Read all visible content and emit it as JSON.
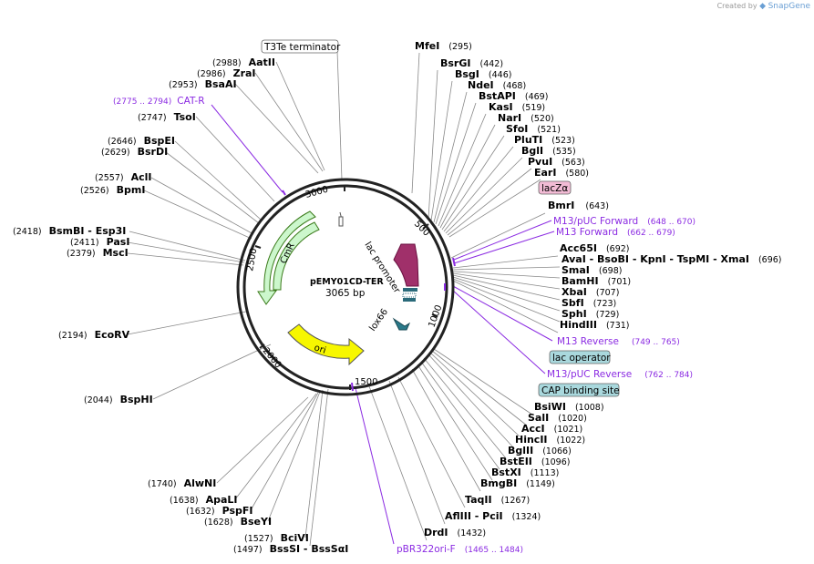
{
  "credit": {
    "prefix": "Created by",
    "brand": "SnapGene"
  },
  "plasmid": {
    "name": "pEMY01CD-TER",
    "length_label": "3065 bp",
    "length": 3065
  },
  "ticks": [
    "500",
    "1000",
    "1500",
    "2000",
    "2500",
    "3000"
  ],
  "features": {
    "cmr": "CmR",
    "ori": "ori",
    "lac_promoter": "lac promoter",
    "lox66": "lox66"
  },
  "boxed_features": {
    "t3te": "T3Te terminator",
    "lacz": "lacZα",
    "lac_operator": "lac operator",
    "cap": "CAP binding site"
  },
  "sites": [
    {
      "name": "MfeI",
      "pos": "(295)"
    },
    {
      "name": "BsrGI",
      "pos": "(442)"
    },
    {
      "name": "BsgI",
      "pos": "(446)"
    },
    {
      "name": "NdeI",
      "pos": "(468)"
    },
    {
      "name": "BstAPI",
      "pos": "(469)"
    },
    {
      "name": "KasI",
      "pos": "(519)"
    },
    {
      "name": "NarI",
      "pos": "(520)"
    },
    {
      "name": "SfoI",
      "pos": "(521)"
    },
    {
      "name": "PluTI",
      "pos": "(523)"
    },
    {
      "name": "BglI",
      "pos": "(535)"
    },
    {
      "name": "PvuI",
      "pos": "(563)"
    },
    {
      "name": "EarI",
      "pos": "(580)"
    },
    {
      "name": "BmrI",
      "pos": "(643)"
    },
    {
      "name": "Acc65I",
      "pos": "(692)"
    },
    {
      "name": "AvaI - BsoBI - KpnI - TspMI - XmaI",
      "pos": "(696)"
    },
    {
      "name": "SmaI",
      "pos": "(698)"
    },
    {
      "name": "BamHI",
      "pos": "(701)"
    },
    {
      "name": "XbaI",
      "pos": "(707)"
    },
    {
      "name": "SbfI",
      "pos": "(723)"
    },
    {
      "name": "SphI",
      "pos": "(729)"
    },
    {
      "name": "HindIII",
      "pos": "(731)"
    },
    {
      "name": "BsiWI",
      "pos": "(1008)"
    },
    {
      "name": "SalI",
      "pos": "(1020)"
    },
    {
      "name": "AccI",
      "pos": "(1021)"
    },
    {
      "name": "HincII",
      "pos": "(1022)"
    },
    {
      "name": "BglII",
      "pos": "(1066)"
    },
    {
      "name": "BstEII",
      "pos": "(1096)"
    },
    {
      "name": "BstXI",
      "pos": "(1113)"
    },
    {
      "name": "BmgBI",
      "pos": "(1149)"
    },
    {
      "name": "TaqII",
      "pos": "(1267)"
    },
    {
      "name": "AflIII - PciI",
      "pos": "(1324)"
    },
    {
      "name": "DrdI",
      "pos": "(1432)"
    },
    {
      "name": "BciVI",
      "pos": "(1527)"
    },
    {
      "name": "BssSI - BssSαI",
      "pos": "(1497)"
    },
    {
      "name": "BseYI",
      "pos": "(1628)"
    },
    {
      "name": "PspFI",
      "pos": "(1632)"
    },
    {
      "name": "ApaLI",
      "pos": "(1638)"
    },
    {
      "name": "AlwNI",
      "pos": "(1740)"
    },
    {
      "name": "BspHI",
      "pos": "(2044)"
    },
    {
      "name": "EcoRV",
      "pos": "(2194)"
    },
    {
      "name": "MscI",
      "pos": "(2379)"
    },
    {
      "name": "PasI",
      "pos": "(2411)"
    },
    {
      "name": "BsmBI - Esp3I",
      "pos": "(2418)"
    },
    {
      "name": "BpmI",
      "pos": "(2526)"
    },
    {
      "name": "AclI",
      "pos": "(2557)"
    },
    {
      "name": "BsrDI",
      "pos": "(2629)"
    },
    {
      "name": "BspEI",
      "pos": "(2646)"
    },
    {
      "name": "TsoI",
      "pos": "(2747)"
    },
    {
      "name": "BsaAI",
      "pos": "(2953)"
    },
    {
      "name": "ZraI",
      "pos": "(2986)"
    },
    {
      "name": "AatII",
      "pos": "(2988)"
    }
  ],
  "primers": [
    {
      "name": "CAT-R",
      "range": "(2775 .. 2794)"
    },
    {
      "name": "M13/pUC Forward",
      "range": "(648 .. 670)"
    },
    {
      "name": "M13 Forward",
      "range": "(662 .. 679)"
    },
    {
      "name": "M13 Reverse",
      "range": "(749 .. 765)"
    },
    {
      "name": "M13/pUC Reverse",
      "range": "(762 .. 784)"
    },
    {
      "name": "pBR322ori-F",
      "range": "(1465 .. 1484)"
    }
  ],
  "colors": {
    "cmr": "#ccf7cc",
    "ori": "#f7f700",
    "lac_promoter": "#a0306a",
    "lox66": "#2a7a8a",
    "primer": "#8b2be2",
    "lacz_box": "#f2bbd5",
    "lac_operator_box": "#a9d8dd",
    "cap_box": "#a9d8dd"
  }
}
